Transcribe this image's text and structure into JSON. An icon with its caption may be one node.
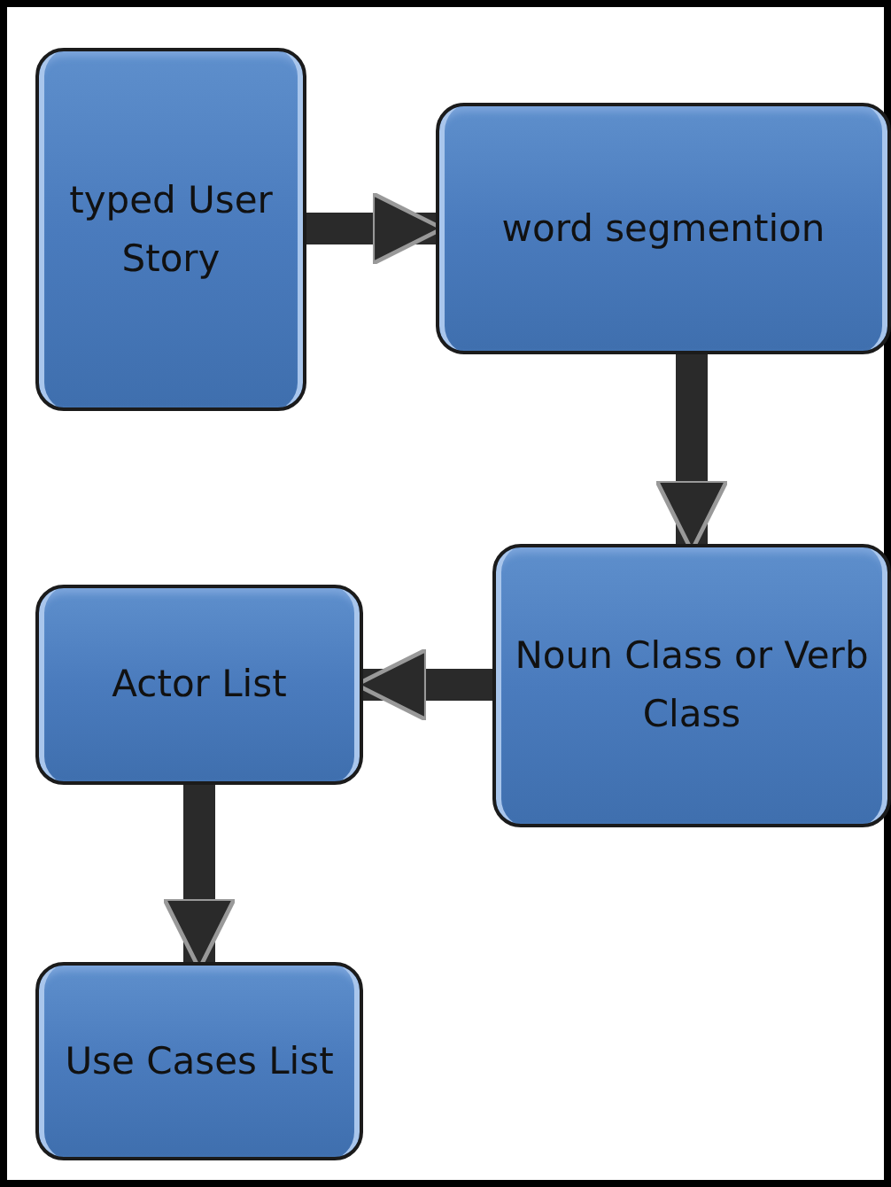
{
  "diagram": {
    "nodes": [
      {
        "text": [
          "typed User Story"
        ]
      },
      {
        "text": [
          "word segmention"
        ]
      },
      {
        "text": [
          "Noun Class or Verb Class"
        ]
      },
      {
        "text": [
          "Actor List"
        ]
      },
      {
        "text": [
          "Use Cases List"
        ]
      }
    ],
    "edges": [
      {
        "from": 0,
        "to": 1,
        "arrow": "to"
      },
      {
        "from": 1,
        "to": 2,
        "arrow": "to"
      },
      {
        "from": 2,
        "to": 3,
        "arrow": "to"
      },
      {
        "from": 3,
        "to": 4,
        "arrow": "to"
      }
    ]
  }
}
